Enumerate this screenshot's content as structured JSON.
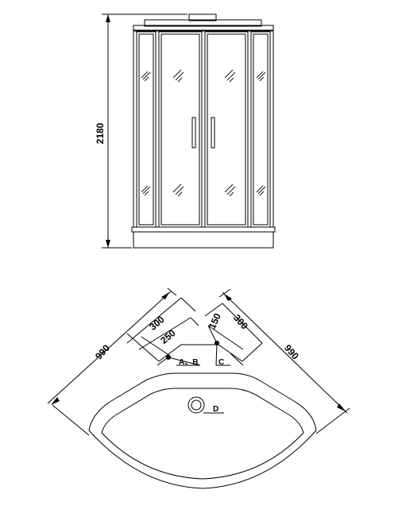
{
  "front_view": {
    "height_dim": "2180"
  },
  "top_view": {
    "dim_left_width": "990",
    "dim_right_width": "990",
    "dim_left_300": "300",
    "dim_left_250": "250",
    "dim_right_150": "150",
    "dim_right_300": "300",
    "label_ab": "A、B",
    "label_c": "C",
    "label_d": "D"
  }
}
